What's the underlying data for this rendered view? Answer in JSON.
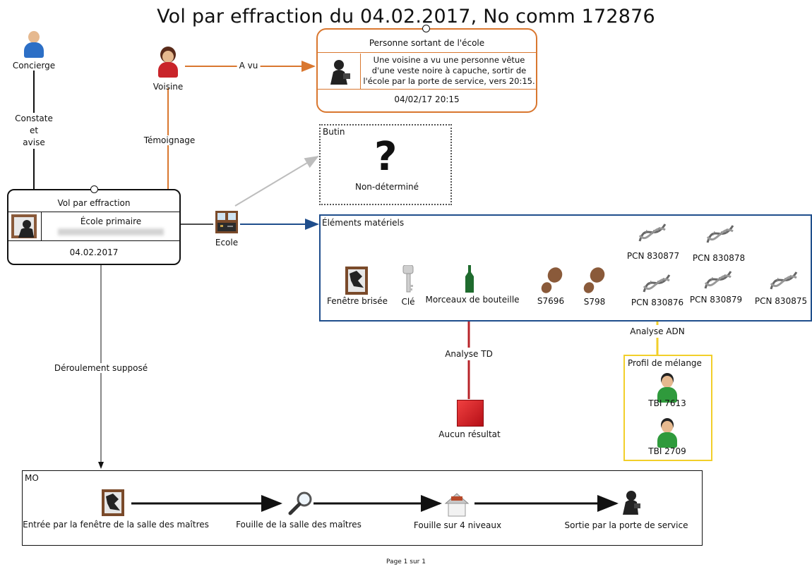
{
  "title": "Vol par effraction du 04.02.2017, No comm 172876",
  "actors": {
    "concierge": "Concierge",
    "voisine": "Voisine",
    "ecole": "Ecole"
  },
  "edges": {
    "constate": "Constate\net\navise",
    "a_vu": "A vu",
    "temoignage": "Témoignage",
    "deroulement": "Déroulement supposé",
    "analyse_td": "Analyse TD",
    "analyse_adn": "Analyse ADN"
  },
  "event_box": {
    "heading": "Personne sortant de l'école",
    "text": "Une voisine a vu une personne vêtue\nd'une veste noire à capuche, sortir de\nl'école par la porte de service, vers 20:15.",
    "datetime": "04/02/17 20:15"
  },
  "case_box": {
    "heading": "Vol par effraction",
    "place": "École primaire",
    "date": "04.02.2017"
  },
  "butin": {
    "heading": "Butin",
    "symbol": "?",
    "text": "Non-déterminé"
  },
  "elements": {
    "heading": "Éléments matériels",
    "items": [
      "Fenêtre brisée",
      "Clé",
      "Morceaux de bouteille",
      "S7696",
      "S798"
    ],
    "pcn": [
      "PCN 830877",
      "PCN 830878",
      "PCN 830876",
      "PCN 830879",
      "PCN 830875"
    ]
  },
  "result": "Aucun résultat",
  "profil": {
    "heading": "Profil de mélange",
    "persons": [
      "TBI 7613",
      "TBI 2709"
    ]
  },
  "mo": {
    "heading": "MO",
    "steps": [
      "Entrée par la fenêtre de la salle des maîtres",
      "Fouille de la salle des maîtres",
      "Fouille sur 4 niveaux",
      "Sortie par la porte de service"
    ]
  },
  "footer": "Page 1 sur 1",
  "colors": {
    "orange": "#d9772f",
    "blue": "#1f4e8c",
    "red": "#b8242a",
    "yellow": "#f2cf2a",
    "gray": "#bdbdbd"
  }
}
